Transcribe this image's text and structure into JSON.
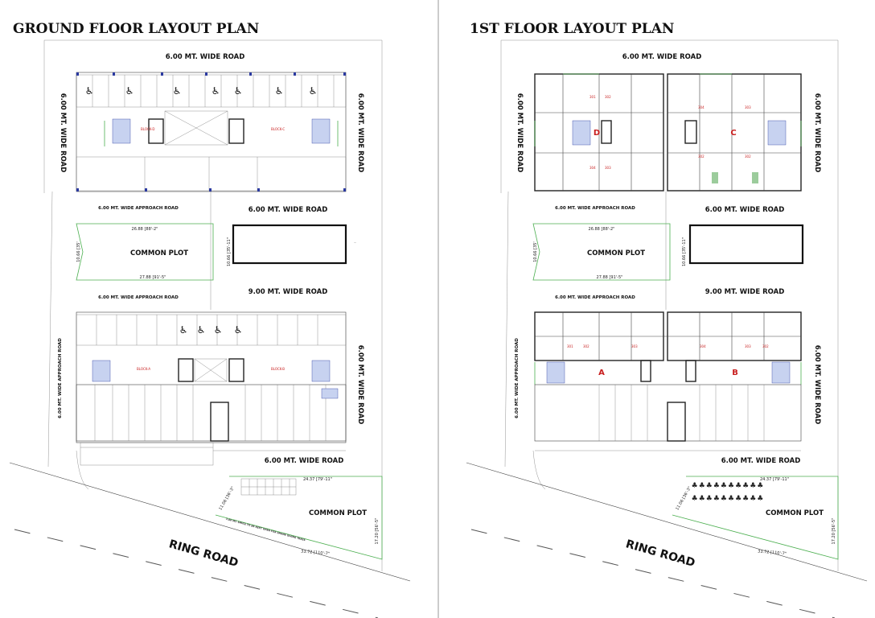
{
  "ground": {
    "title": "GROUND FLOOR LAYOUT PLAN",
    "road_top": "6.00 MT. WIDE ROAD",
    "road_left": "6.00 MT. WIDE ROAD",
    "road_right_upper": "6.00 MT. WIDE ROAD",
    "approach_upper": "6.00 MT. WIDE APPROACH ROAD",
    "road_mid_upper": "6.00 MT. WIDE ROAD",
    "common_plot": "COMMON PLOT",
    "dim_top": "26.88   [88'-2\"",
    "dim_bottom": "27.88   [91'-5\"",
    "dim_left": "10.66   [35'",
    "dim_right": "10.66   [35'-11\"",
    "approach_lower": "6.00 MT. WIDE APPROACH ROAD",
    "road_mid_lower": "9.00 MT. WIDE ROAD",
    "approach_left": "6.00 MT. WIDE APPROACH ROAD",
    "road_right_lower": "6.00 MT. WIDE ROAD",
    "road_bottom": "6.00 MT. WIDE ROAD",
    "dim_plot_top": "24.37   [79'-11\"",
    "dim_plot_left": "11.06   [36'-3\"",
    "dim_plot_right": "17.20   [56'-5\"",
    "dim_plot_bottom": "33.72   [110'-7\"",
    "common_plot_2": "COMMON PLOT",
    "trees_note": "3.00 MT. SPACE TO BE KEPT OPEN FOR SHADE GIVING TREES",
    "ring_road": "RING ROAD"
  },
  "first": {
    "title": "1ST FLOOR LAYOUT PLAN",
    "road_top": "6.00 MT. WIDE ROAD",
    "road_left": "6.00 MT. WIDE ROAD",
    "road_right_upper": "6.00 MT. WIDE ROAD",
    "approach_upper": "6.00 MT. WIDE APPROACH ROAD",
    "road_mid_upper": "6.00 MT. WIDE ROAD",
    "common_plot": "COMMON PLOT",
    "dim_top": "26.88   [88'-2\"",
    "dim_bottom": "27.88   [91'-5\"",
    "dim_left": "10.66   [35'",
    "dim_right": "10.66   [35'-11\"",
    "approach_lower": "6.00 MT. WIDE APPROACH ROAD",
    "road_mid_lower": "9.00 MT. WIDE ROAD",
    "approach_left": "6.00 MT. WIDE APPROACH ROAD",
    "road_right_lower": "6.00 MT. WIDE ROAD",
    "road_bottom": "6.00 MT. WIDE ROAD",
    "dim_plot_top": "24.37   [79'-11\"",
    "dim_plot_left": "11.06   [36'-3\"",
    "dim_plot_right": "17.20   [56'-5\"",
    "dim_plot_bottom": "33.72   [110'-7\"",
    "common_plot_2": "COMMON PLOT",
    "ring_road": "RING ROAD",
    "block_d": "D",
    "block_c": "C",
    "block_a": "A",
    "block_b": "B"
  },
  "colors": {
    "road_line": "#444444",
    "green_edge": "#4caf50",
    "column": "#2b3aa0",
    "label_red": "#c81e1e"
  }
}
